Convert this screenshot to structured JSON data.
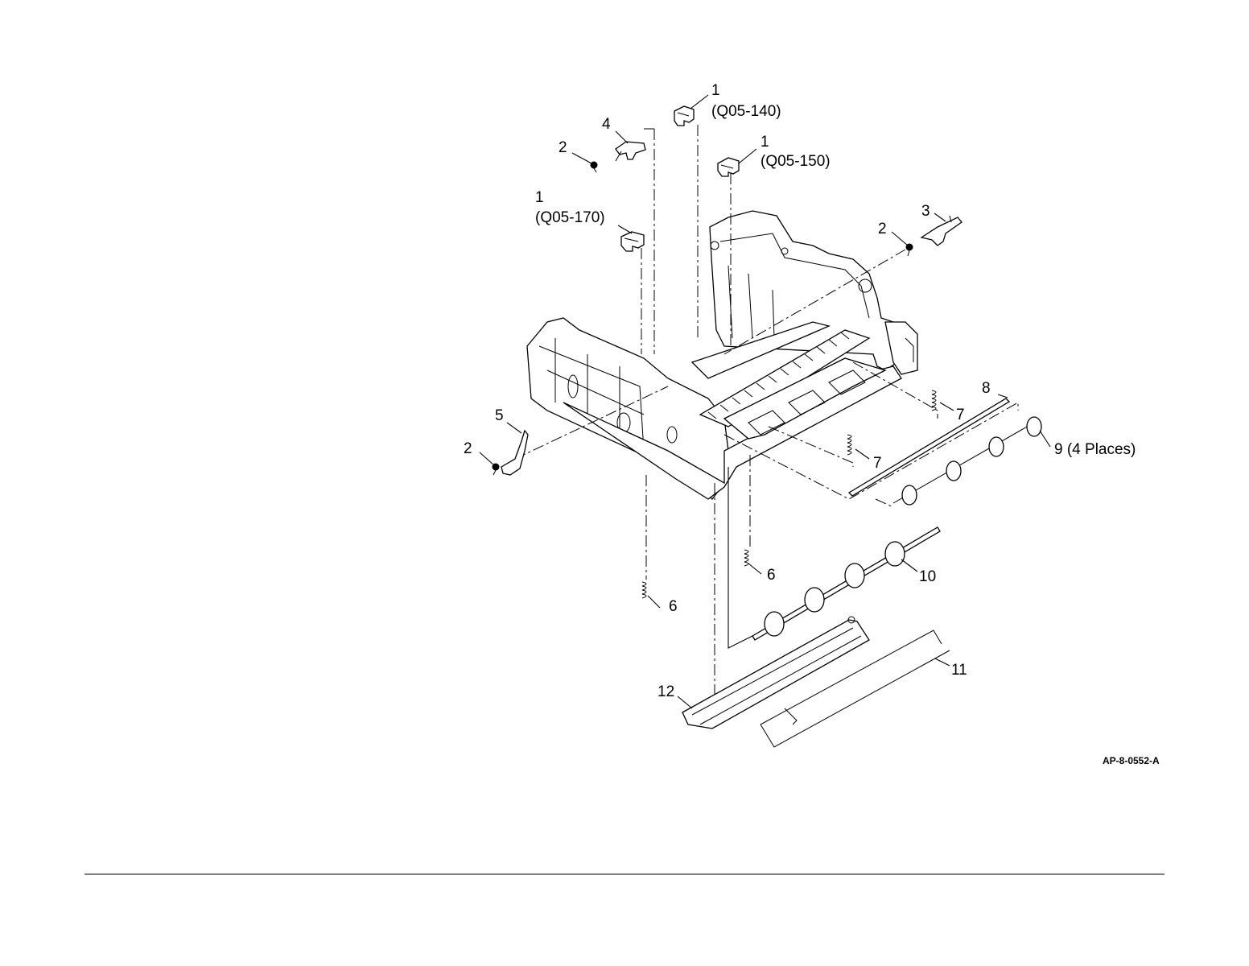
{
  "figure_code": "AP-8-0552-A",
  "callouts": [
    {
      "id": "c1a",
      "number": "1",
      "code": "(Q05-140)"
    },
    {
      "id": "c1b",
      "number": "1",
      "code": "(Q05-150)"
    },
    {
      "id": "c1c",
      "number": "1",
      "code": "(Q05-170)"
    },
    {
      "id": "c2a",
      "number": "2"
    },
    {
      "id": "c2b",
      "number": "2"
    },
    {
      "id": "c2c",
      "number": "2"
    },
    {
      "id": "c3",
      "number": "3"
    },
    {
      "id": "c4",
      "number": "4"
    },
    {
      "id": "c5",
      "number": "5"
    },
    {
      "id": "c6a",
      "number": "6"
    },
    {
      "id": "c6b",
      "number": "6"
    },
    {
      "id": "c7a",
      "number": "7"
    },
    {
      "id": "c7b",
      "number": "7"
    },
    {
      "id": "c8",
      "number": "8"
    },
    {
      "id": "c9",
      "number": "9 (4 Places)"
    },
    {
      "id": "c10",
      "number": "10"
    },
    {
      "id": "c11",
      "number": "11"
    },
    {
      "id": "c12",
      "number": "12"
    }
  ]
}
